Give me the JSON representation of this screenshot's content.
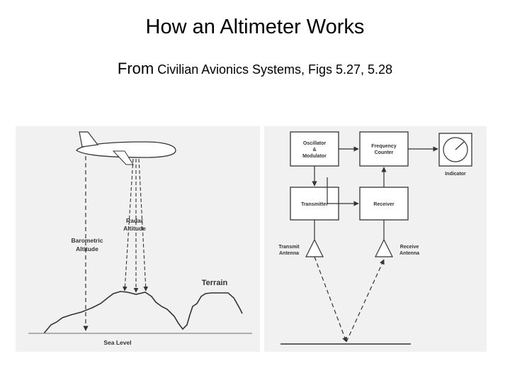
{
  "title": "How an Altimeter Works",
  "subtitle": {
    "from_word": "From",
    "source": "Civilian Avionics Systems, Figs 5.27, 5.28"
  },
  "figure_left": {
    "labels": {
      "radar_altitude": [
        "Radar",
        "Altitude"
      ],
      "barometric_altitude": [
        "Barometric",
        "Altitude"
      ],
      "terrain": "Terrain",
      "sea_level": "Sea Level"
    }
  },
  "figure_right": {
    "blocks": {
      "oscillator": [
        "Oscillator",
        "&",
        "Modulator"
      ],
      "frequency_counter": [
        "Frequency",
        "Counter"
      ],
      "transmitter": "Transmitter",
      "receiver": "Receiver"
    },
    "labels": {
      "indicator": "Indicator",
      "transmit_antenna": [
        "Transmit",
        "Antenna"
      ],
      "receive_antenna": [
        "Receive",
        "Antenna"
      ]
    }
  },
  "colors": {
    "figure_background": "#f1f1f1",
    "line": "#333333"
  }
}
